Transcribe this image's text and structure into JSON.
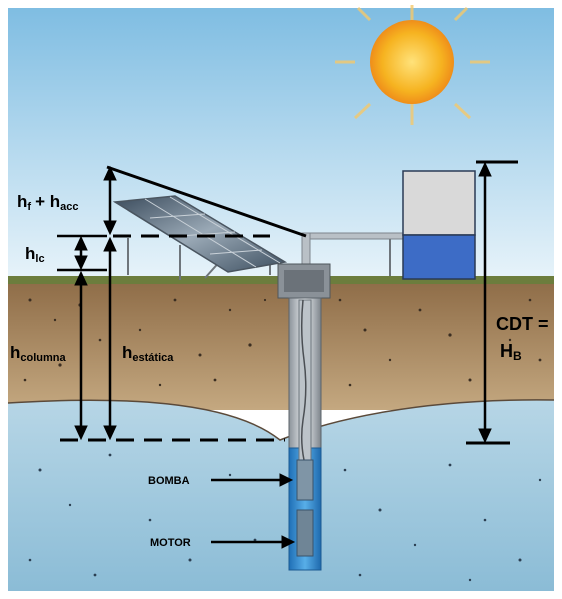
{
  "labels": {
    "hf": "h",
    "hf_sub": "f",
    "plus": "+ h",
    "hacc_sub": "acc",
    "hlc": "h",
    "hlc_sub": "lc",
    "hcolumna": "h",
    "hcolumna_sub": "columna",
    "hestatica": "h",
    "hestatica_sub": "estática",
    "cdt": "CDT =",
    "hb": "H",
    "hb_sub": "B",
    "bomba": "BOMBA",
    "motor": "MOTOR"
  },
  "colors": {
    "sky_top": "#8fc4e4",
    "sky_bottom": "#e3f1f9",
    "soil": "#a2835f",
    "water_zone": "#9fc7dc",
    "tank_water": "#3d6cc6",
    "tank_air": "#d9d9d9",
    "well_water": "#3b8fd6",
    "sun": "#f7b21c"
  },
  "icons": {
    "sun": "sun-icon",
    "panel": "solar-panel-icon",
    "tank": "water-tank-icon",
    "well": "well-casing-icon"
  }
}
